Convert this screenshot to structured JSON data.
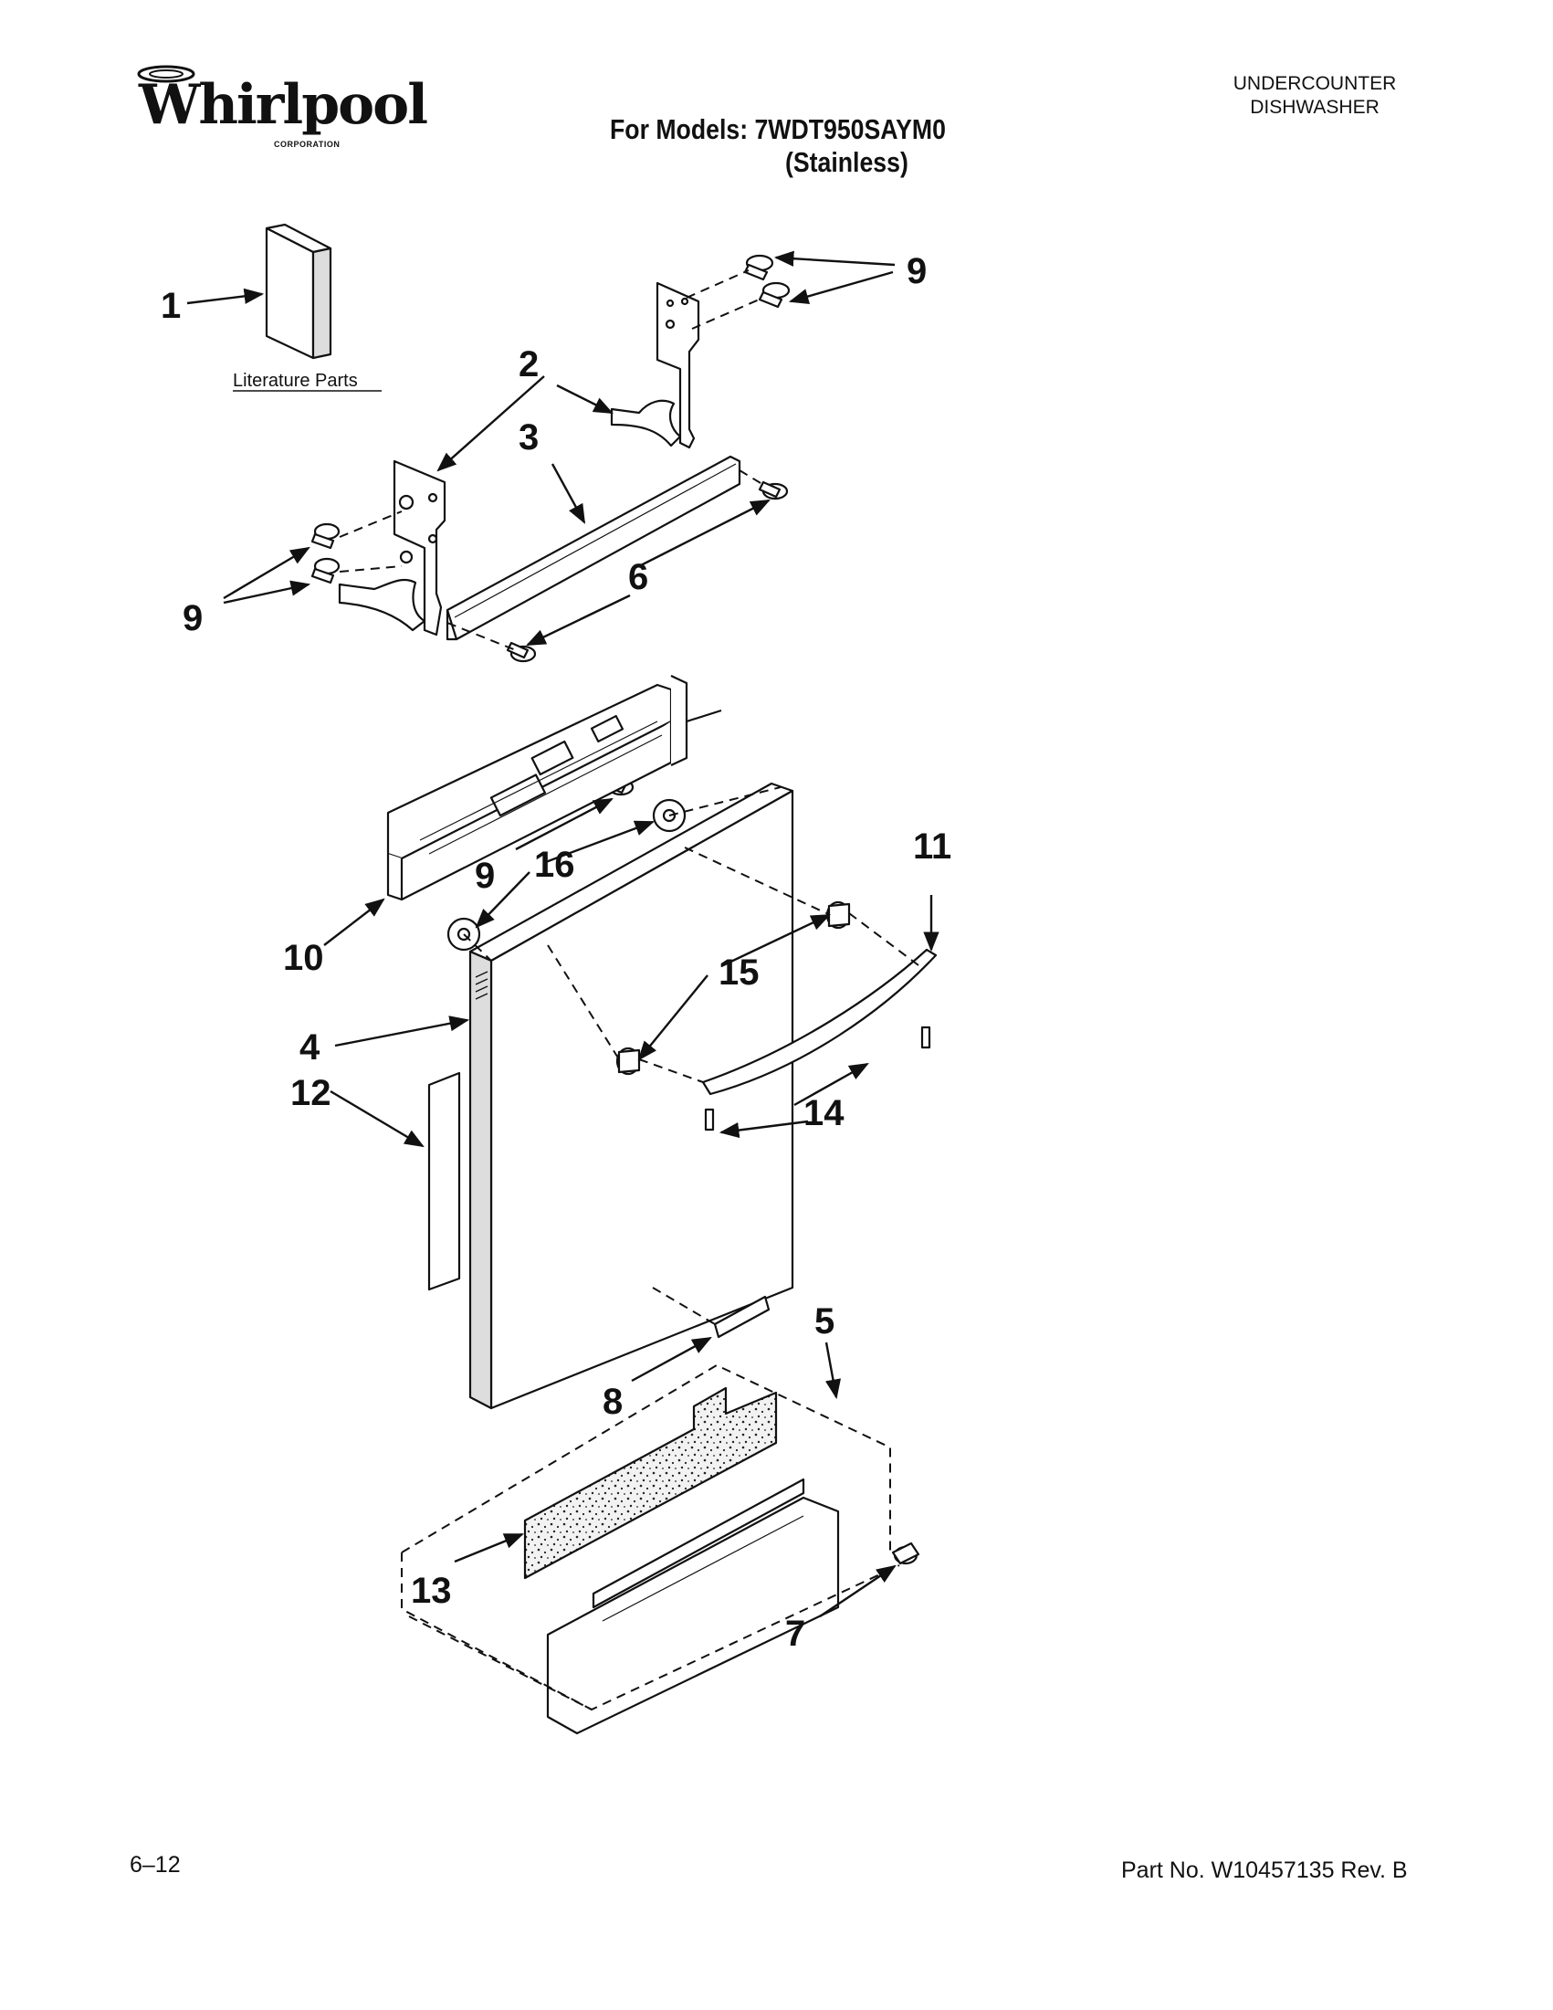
{
  "brand": {
    "name": "Whirlpool",
    "subtitle": "CORPORATION"
  },
  "header": {
    "models_line": "For Models: 7WDT950SAYM0",
    "variant_line": "(Stainless)",
    "category_line1": "UNDERCOUNTER",
    "category_line2": "DISHWASHER"
  },
  "diagram": {
    "literature_label": "Literature Parts",
    "callouts": {
      "c1": "1",
      "c2": "2",
      "c3": "3",
      "c4": "4",
      "c5": "5",
      "c6": "6",
      "c7": "7",
      "c8": "8",
      "c9a": "9",
      "c9b": "9",
      "c9c": "9",
      "c10": "10",
      "c11": "11",
      "c12": "12",
      "c13": "13",
      "c14": "14",
      "c15": "15",
      "c16": "16"
    }
  },
  "footer": {
    "page": "6–12",
    "part_no": "Part No. W10457135 Rev. B"
  }
}
